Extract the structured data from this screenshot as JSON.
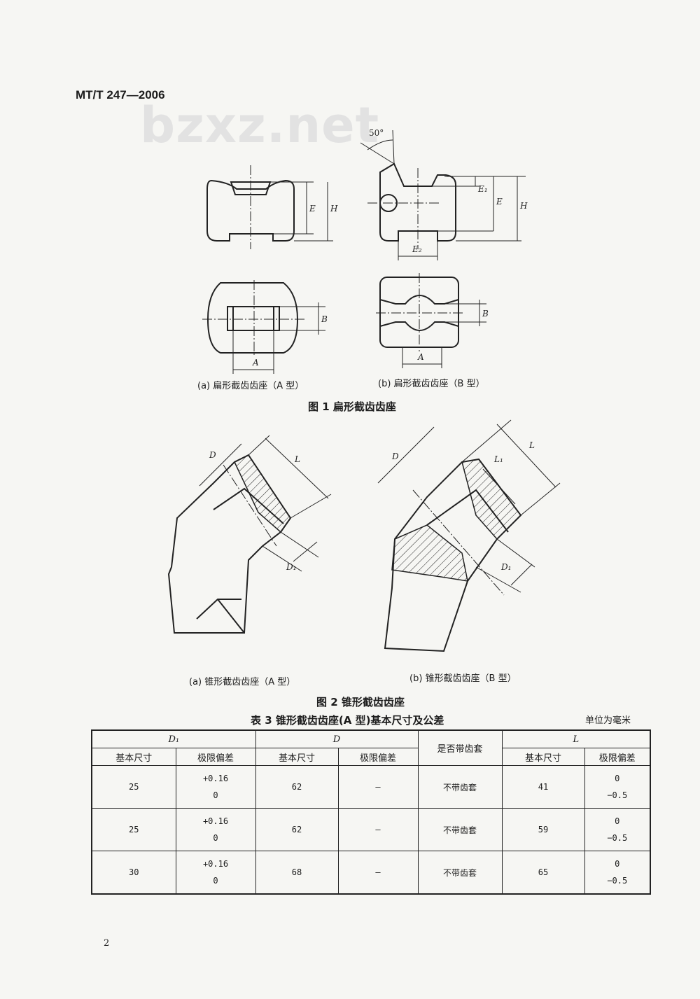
{
  "header": {
    "std_code": "MT/T 247—2006",
    "watermark": "bzxz.net"
  },
  "figure1": {
    "caption": "图 1   扁形截齿齿座",
    "sub_a": "(a)   扁形截齿齿座（A 型）",
    "sub_b": "(b)   扁形截齿齿座（B 型）",
    "labels": {
      "angle": "50°",
      "E": "E",
      "H": "H",
      "E1": "E₁",
      "E2": "E₂",
      "A": "A",
      "B": "B"
    }
  },
  "figure2": {
    "caption": "图 2   锥形截齿齿座",
    "sub_a": "(a)   锥形截齿齿座（A 型）",
    "sub_b": "(b)   锥形截齿齿座（B 型）",
    "labels": {
      "D": "D",
      "L": "L",
      "D1": "D₁",
      "L1": "L₁"
    }
  },
  "table3": {
    "title": "表 3   锥形截齿齿座(A 型)基本尺寸及公差",
    "unit": "单位为毫米",
    "headers": {
      "d1": "D₁",
      "d": "D",
      "sleeve": "是否带齿套",
      "l": "L",
      "basic": "基本尺寸",
      "tol": "极限偏差"
    },
    "rows": [
      {
        "d1_basic": "25",
        "d1_tol_upper": "+0.16",
        "d1_tol_lower": "0",
        "d_basic": "62",
        "d_tol": "—",
        "sleeve": "不带齿套",
        "l_basic": "41",
        "l_tol_upper": "0",
        "l_tol_lower": "−0.5"
      },
      {
        "d1_basic": "25",
        "d1_tol_upper": "+0.16",
        "d1_tol_lower": "0",
        "d_basic": "62",
        "d_tol": "—",
        "sleeve": "不带齿套",
        "l_basic": "59",
        "l_tol_upper": "0",
        "l_tol_lower": "−0.5"
      },
      {
        "d1_basic": "30",
        "d1_tol_upper": "+0.16",
        "d1_tol_lower": "0",
        "d_basic": "68",
        "d_tol": "—",
        "sleeve": "不带齿套",
        "l_basic": "65",
        "l_tol_upper": "0",
        "l_tol_lower": "−0.5"
      }
    ]
  },
  "footer": {
    "page_number": "2"
  }
}
